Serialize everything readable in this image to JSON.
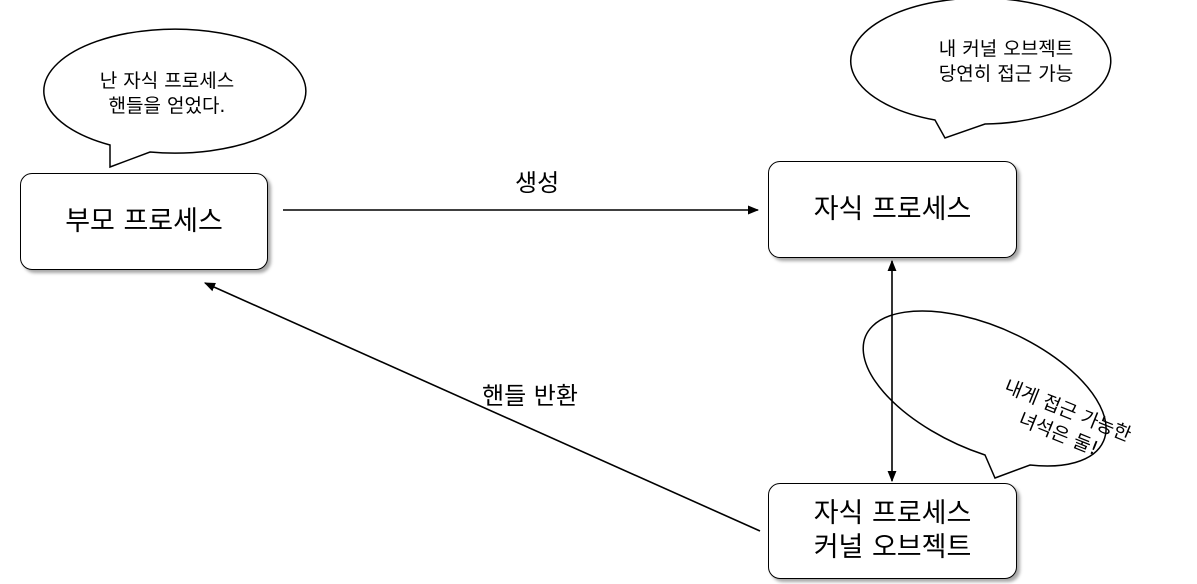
{
  "nodes": {
    "parent": {
      "label": "부모 프로세스"
    },
    "child": {
      "label": "자식 프로세스"
    },
    "kernel_object": {
      "lines": [
        "자식 프로세스",
        "커널 오브젝트"
      ]
    }
  },
  "edges": {
    "create": {
      "label": "생성"
    },
    "return_handle": {
      "label": "핸들 반환"
    }
  },
  "bubbles": {
    "parent": {
      "lines": [
        "난 자식 프로세스",
        "핸들을 얻었다."
      ]
    },
    "child": {
      "lines": [
        "내 커널 오브젝트",
        "당연히 접근 가능"
      ]
    },
    "kernel": {
      "lines": [
        "내게 접근 가능한",
        "녀석은 둘!"
      ]
    }
  },
  "colors": {
    "stroke": "#000000",
    "fill": "#ffffff",
    "text": "#000000"
  }
}
